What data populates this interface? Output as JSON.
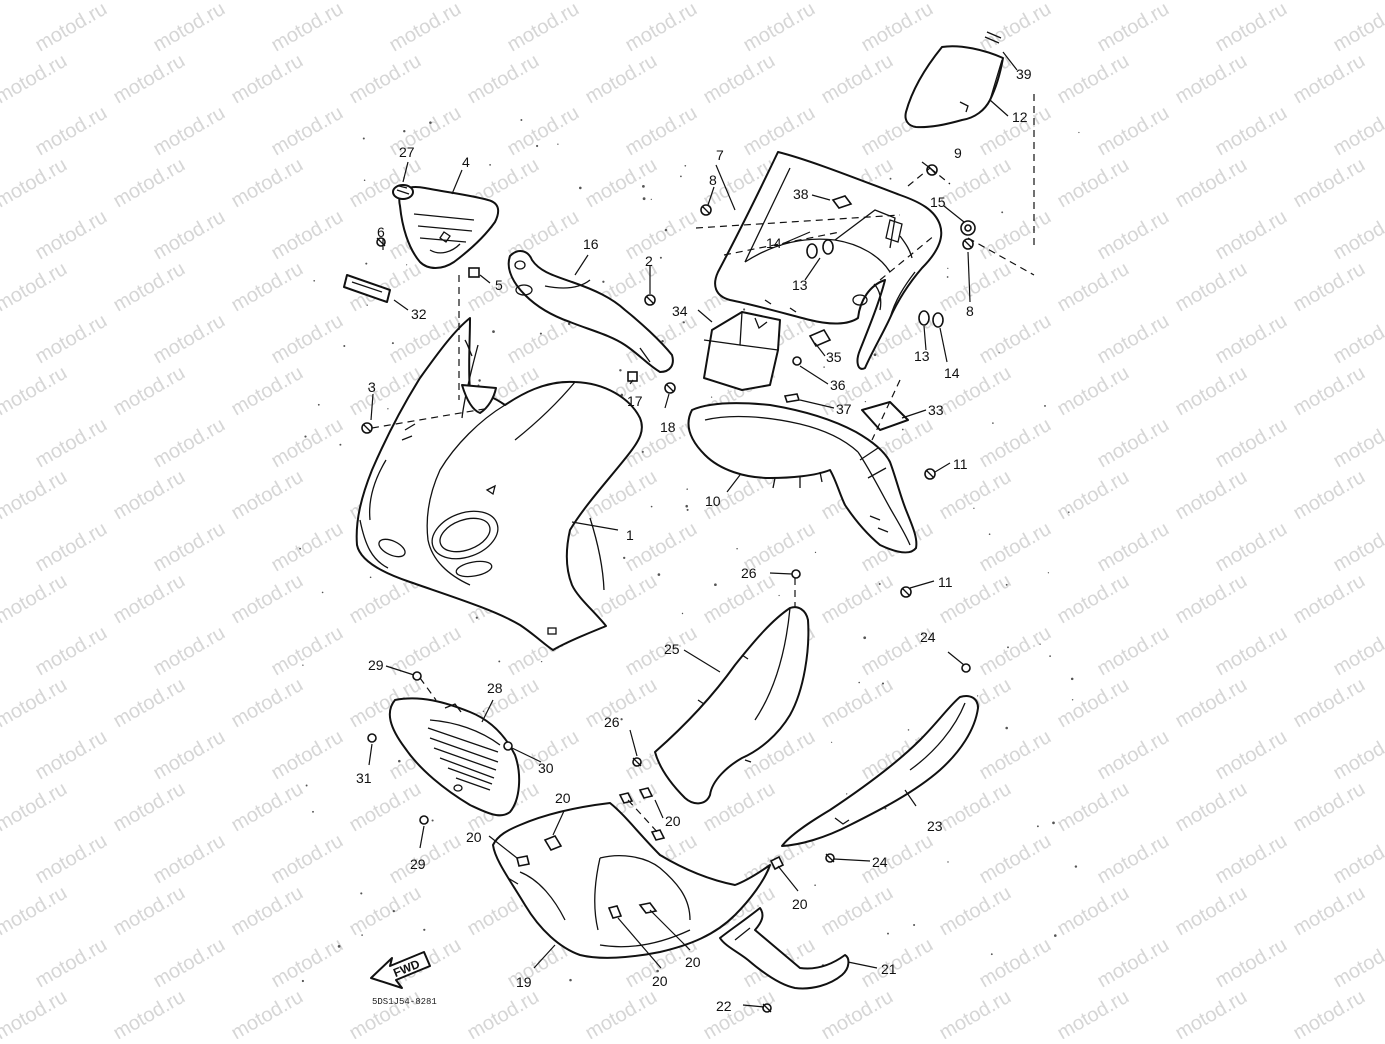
{
  "watermark": {
    "text": "motod.ru"
  },
  "diagram": {
    "callouts": [
      "1",
      "2",
      "3",
      "4",
      "5",
      "6",
      "7",
      "8",
      "8",
      "9",
      "10",
      "11",
      "11",
      "12",
      "13",
      "13",
      "14",
      "14",
      "15",
      "16",
      "17",
      "18",
      "19",
      "20",
      "20",
      "20",
      "20",
      "20",
      "20",
      "20",
      "21",
      "22",
      "23",
      "24",
      "24",
      "25",
      "26",
      "26",
      "27",
      "28",
      "29",
      "29",
      "30",
      "31",
      "32",
      "33",
      "34",
      "35",
      "36",
      "37",
      "38",
      "39"
    ],
    "direction_arrow": "FWD",
    "drawing_code": "5DS1J54-8281"
  }
}
